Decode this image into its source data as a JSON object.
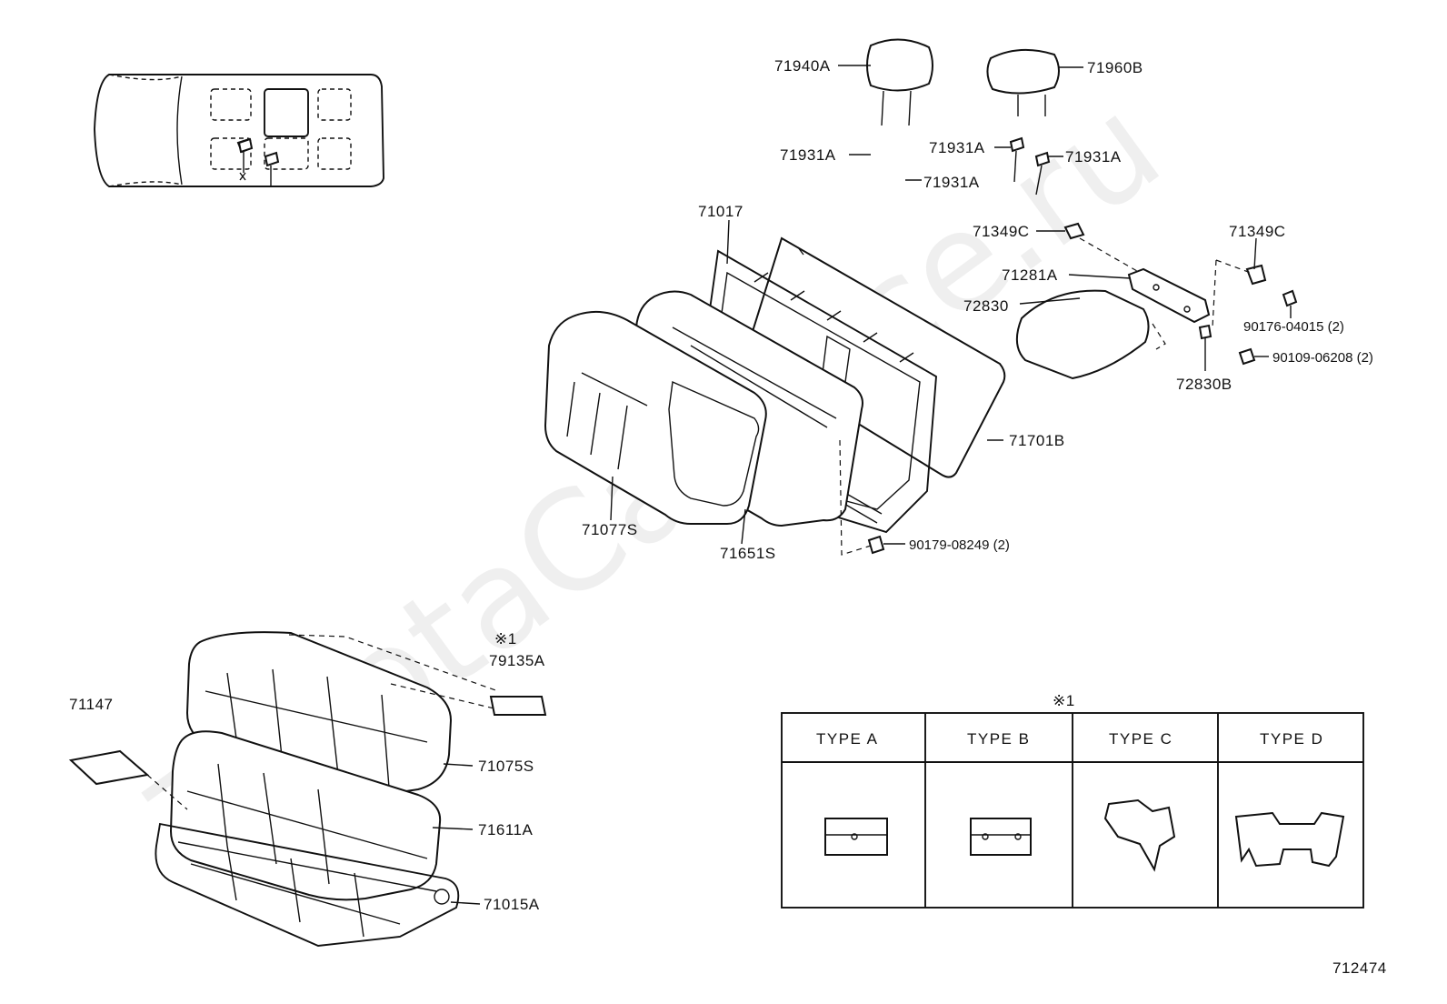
{
  "watermark": "ToyotaCarPrice.ru",
  "diagram_id": "712474",
  "headrests": {
    "left": "71940A",
    "right": "71960B",
    "supports": [
      "71931A",
      "71931A",
      "71931A",
      "71931A"
    ]
  },
  "seatback": {
    "frame": "71017",
    "board": "71701B",
    "cover": "71077S",
    "pad": "71651S",
    "nut": "90179-08249 (2)"
  },
  "armrest": {
    "hinge_cap_left": "71349C",
    "hinge_cap_right": "71349C",
    "bracket": "71281A",
    "assy": "72830",
    "bushing": "72830B",
    "nut": "90176-04015 (2)",
    "bolt": "90109-06208 (2)"
  },
  "cushion": {
    "note_mark": "※1",
    "protector": "79135A",
    "plate": "71147",
    "cover": "71075S",
    "pad": "71611A",
    "frame": "71015A"
  },
  "type_table": {
    "note_mark": "※1",
    "headers": [
      "TYPE A",
      "TYPE B",
      "TYPE C",
      "TYPE D"
    ]
  }
}
